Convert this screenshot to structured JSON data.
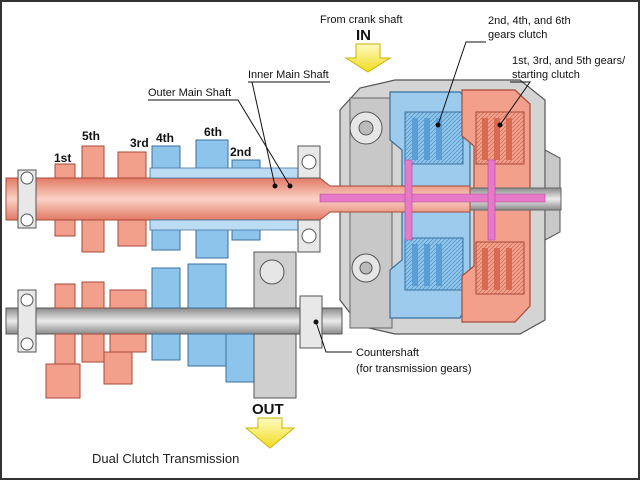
{
  "caption": "Dual Clutch Transmission",
  "input": {
    "from_label": "From crank shaft",
    "arrow_label": "IN"
  },
  "output": {
    "arrow_label": "OUT"
  },
  "labels": {
    "outer_main_shaft": "Outer Main Shaft",
    "inner_main_shaft": "Inner Main Shaft",
    "even_clutch_line1": "2nd, 4th, and 6th",
    "even_clutch_line2": "gears clutch",
    "odd_clutch_line1": "1st, 3rd, and 5th gears/",
    "odd_clutch_line2": "starting clutch",
    "countershaft_line1": "Countershaft",
    "countershaft_line2": "(for transmission gears)"
  },
  "gears": {
    "g1": "1st",
    "g2": "2nd",
    "g3": "3rd",
    "g4": "4th",
    "g5": "5th",
    "g6": "6th"
  },
  "colors": {
    "odd_gears": "#f2a08c",
    "odd_gears_light": "#f7c4b6",
    "even_gears": "#8cc4ec",
    "even_gears_light": "#bcdcf4",
    "shaft_grey": "#b4b4b4",
    "housing_grey": "#cfcfcf",
    "arrow_yellow": "#f5ea3c",
    "oil_path": "#e879c8",
    "frame": "#333333"
  }
}
